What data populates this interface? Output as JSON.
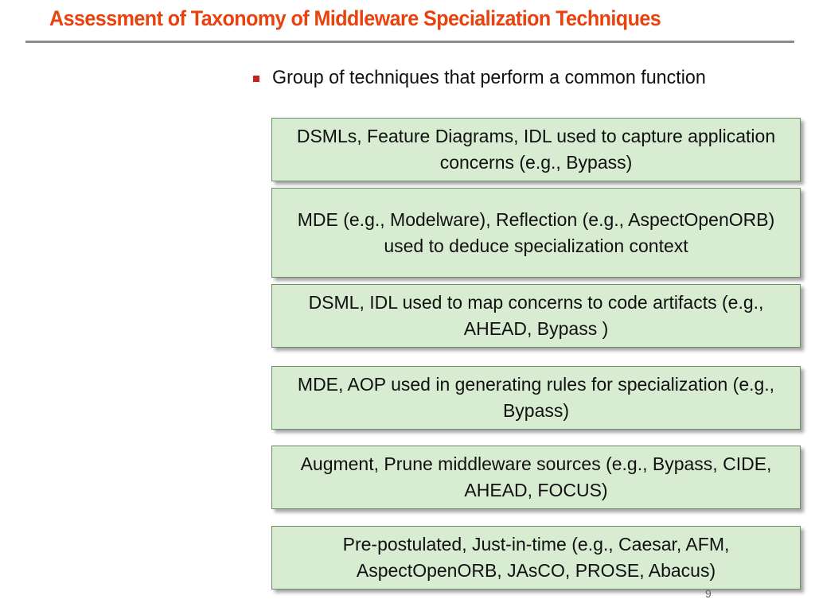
{
  "slide": {
    "title": "Assessment of Taxonomy of Middleware Specialization Techniques",
    "bullet": "Group of techniques that perform a common function",
    "page_number": "9",
    "colors": {
      "title": "#e8420f",
      "bullet_marker": "#cc1f1f",
      "box_fill": "#d7ecd1",
      "box_border": "#6f8c6a",
      "rule": "#8c8c8c"
    },
    "boxes": [
      "DSMLs, Feature Diagrams, IDL used to capture application concerns (e.g., Bypass)",
      "MDE (e.g., Modelware), Reflection (e.g., AspectOpenORB) used to deduce specialization context",
      "DSML, IDL used to map concerns to code artifacts (e.g., AHEAD, Bypass )",
      "MDE, AOP used in generating rules for specialization (e.g., Bypass)",
      "Augment, Prune middleware sources (e.g., Bypass, CIDE, AHEAD, FOCUS)",
      "Pre-postulated, Just-in-time (e.g., Caesar, AFM, AspectOpenORB, JAsCO, PROSE, Abacus)"
    ]
  }
}
